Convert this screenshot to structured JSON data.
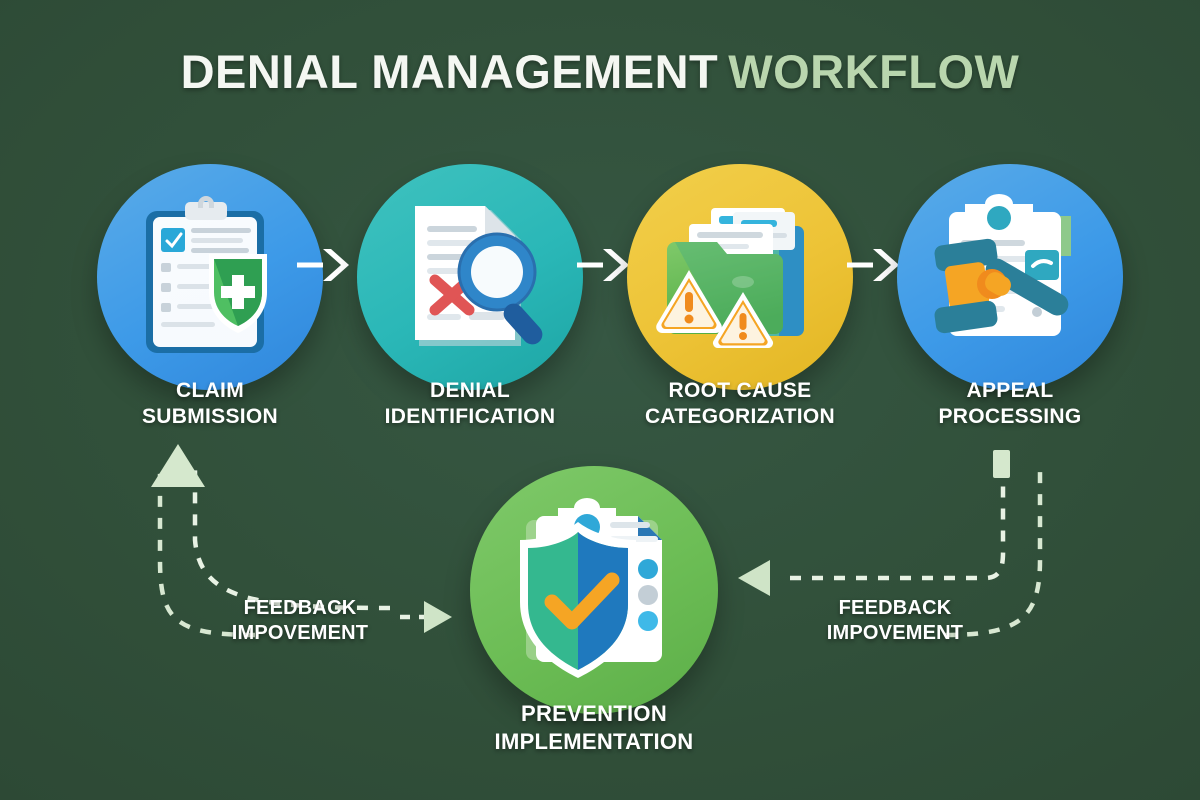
{
  "title": {
    "main": "DENIAL MANAGEMENT",
    "accent": "WORKFLOW"
  },
  "colors": {
    "background": "#31503a",
    "title_main": "#f4f7f2",
    "title_accent": "#b9d6ae",
    "node1": "#3d9ae8",
    "node2": "#2ab7b7",
    "node3": "#edc336",
    "node4": "#3d9ae8",
    "node5": "#6cbd55",
    "arrow": "#ffffff",
    "feedback_line": "#d8e8d2",
    "label_text": "#ffffff"
  },
  "steps": [
    {
      "id": "claim-submission",
      "label": "CLAIM\nSUBMISSION",
      "icon": "clipboard-shield-icon",
      "color": "#3d9ae8"
    },
    {
      "id": "denial-identification",
      "label": "DENIAL\nIDENTIFICATION",
      "icon": "document-magnifier-icon",
      "color": "#2ab7b7"
    },
    {
      "id": "root-cause-categorization",
      "label": "ROOT CAUSE\nCATEGORIZATION",
      "icon": "folders-warning-icon",
      "color": "#edc336"
    },
    {
      "id": "appeal-processing",
      "label": "APPEAL\nPROCESSING",
      "icon": "gavel-document-icon",
      "color": "#3d9ae8"
    }
  ],
  "bottom_step": {
    "id": "prevention-implementation",
    "label": "PREVENTION\nIMPLEMENTATION",
    "icon": "shield-check-checklist-icon",
    "color": "#6cbd55"
  },
  "connectors": {
    "arrow_icon": "chevron-right-arrow-icon",
    "count": 3
  },
  "feedback": {
    "left_label": "FEEDBACK\nIMPOVEMENT",
    "right_label": "FEEDBACK\nIMPOVEMENT",
    "left_arrow_up_icon": "triangle-up-arrow-icon",
    "left_arrow_right_icon": "triangle-right-arrow-icon",
    "right_arrow_left_icon": "triangle-left-arrow-icon",
    "right_cap_icon": "line-cap-rect-icon"
  }
}
